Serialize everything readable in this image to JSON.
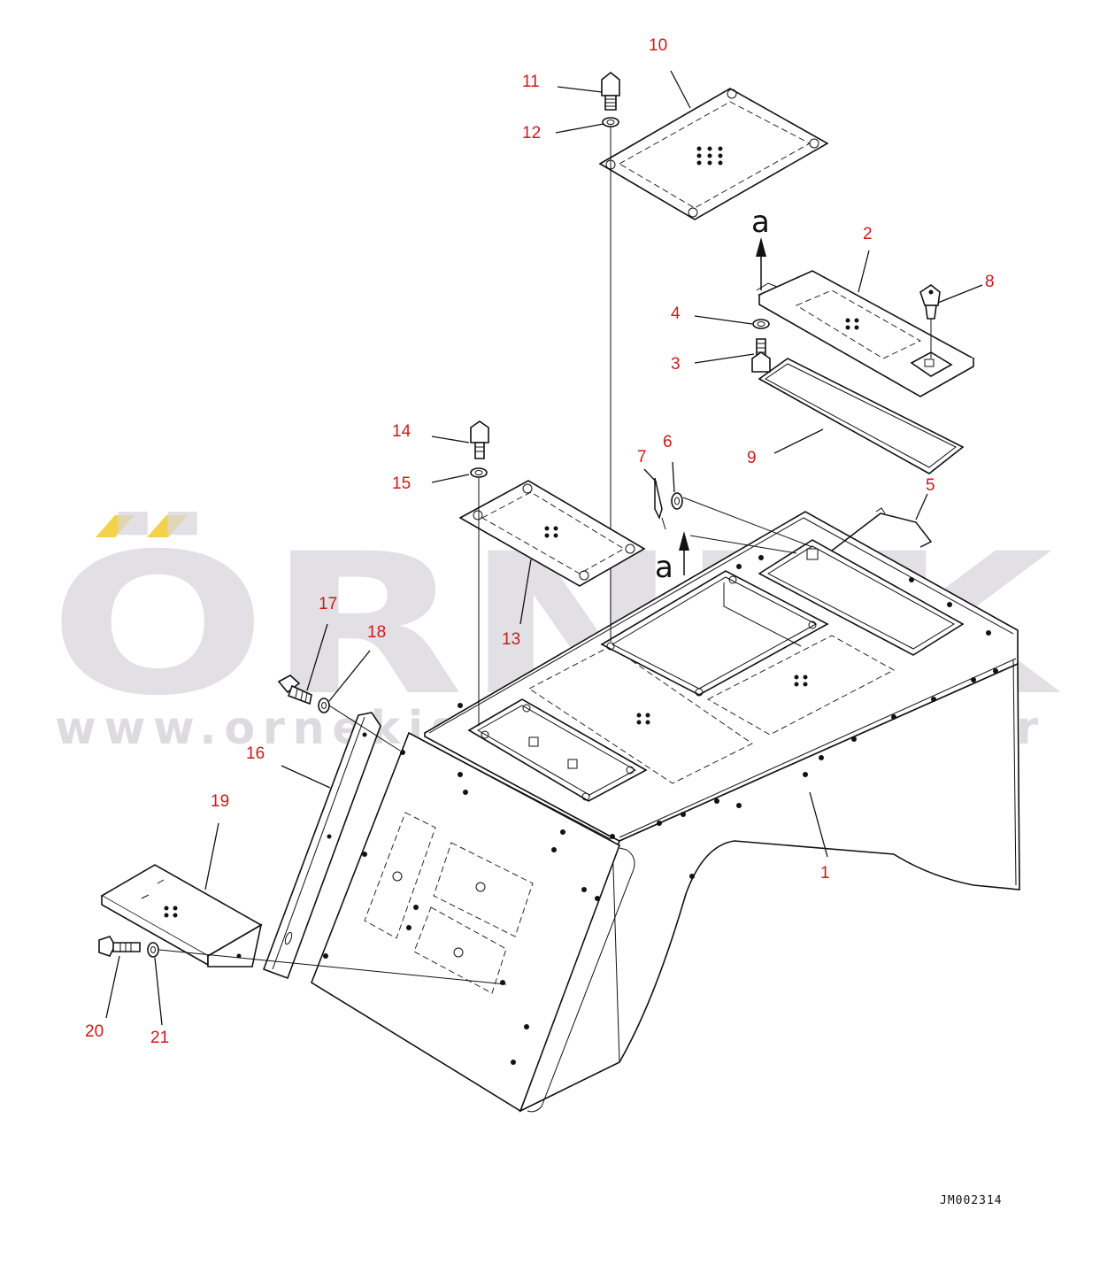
{
  "watermark": {
    "brand": "ÖRNEK",
    "url": "www.ornekismakinalari.com.tr",
    "accent_color": "#f2d24a"
  },
  "drawing_code": "JM002314",
  "view_arrow_letter": "a",
  "callouts": [
    {
      "id": "1",
      "label": "1"
    },
    {
      "id": "2",
      "label": "2"
    },
    {
      "id": "3",
      "label": "3"
    },
    {
      "id": "4",
      "label": "4"
    },
    {
      "id": "5",
      "label": "5"
    },
    {
      "id": "6",
      "label": "6"
    },
    {
      "id": "7",
      "label": "7"
    },
    {
      "id": "8",
      "label": "8"
    },
    {
      "id": "9",
      "label": "9"
    },
    {
      "id": "10",
      "label": "10"
    },
    {
      "id": "11",
      "label": "11"
    },
    {
      "id": "12",
      "label": "12"
    },
    {
      "id": "13",
      "label": "13"
    },
    {
      "id": "14",
      "label": "14"
    },
    {
      "id": "15",
      "label": "15"
    },
    {
      "id": "16",
      "label": "16"
    },
    {
      "id": "17",
      "label": "17"
    },
    {
      "id": "18",
      "label": "18"
    },
    {
      "id": "19",
      "label": "19"
    },
    {
      "id": "20",
      "label": "20"
    },
    {
      "id": "21",
      "label": "21"
    }
  ],
  "colors": {
    "callout_text": "#cc1a1a",
    "line_art": "#111111",
    "watermark_gray": "#d9d6dc"
  }
}
